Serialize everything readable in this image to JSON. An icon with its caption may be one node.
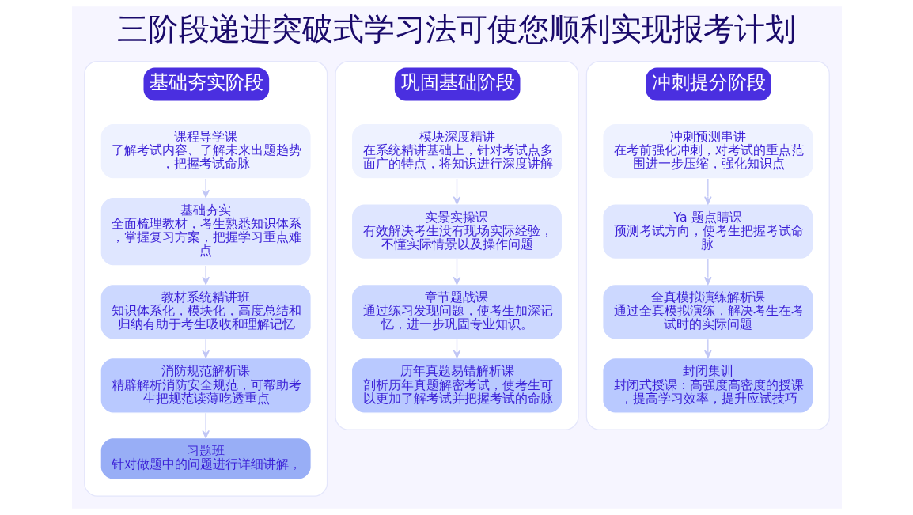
{
  "diagram": {
    "title": "三阶段递进突破式学习法可使您顺利实现报考计划",
    "nodes": [
      {
        "text": [
          "基础夯实阶段"
        ]
      },
      {
        "text": [
          "课程导学课",
          "了解考试内容、了解未来出题趋势，把握考试命脉"
        ],
        "in": 0
      },
      {
        "text": [
          "基础夯实",
          "全面梳理教材，考生熟悉知识体系，掌握复习方案，把握学习重点难点"
        ],
        "in": 0
      },
      {
        "text": [
          "教材系统精讲班",
          "知识体系化，模块化，高度总结和归纳有助于考生吸收和理解记忆"
        ],
        "in": 0
      },
      {
        "text": [
          "消防规范解析课",
          "精辟解析消防安全规范，可帮助考生把规范读薄吃透重点"
        ],
        "in": 0
      },
      {
        "text": [
          "习题班",
          "针对做题中的问题进行详细讲解，"
        ],
        "in": 0
      },
      {
        "text": [
          "巩固基础阶段"
        ]
      },
      {
        "text": [
          "模块深度精讲",
          "在系统精讲基础上，针对考试点多面广的特点，将知识进行深度讲解"
        ],
        "in": 6
      },
      {
        "text": [
          "实景实操课",
          "有效解决考生没有现场实际经验，不懂实际情景以及操作问题"
        ],
        "in": 6
      },
      {
        "text": [
          "章节题战课",
          "通过练习发现问题，使考生加深记忆，进一步巩固专业知识。"
        ],
        "in": 6
      },
      {
        "text": [
          "历年真题易错解析课",
          "剖析历年真题解密考试，使考生可以更加了解考试并把握考试的命脉"
        ],
        "in": 6
      },
      {
        "text": [
          "冲刺提分阶段"
        ]
      },
      {
        "text": [
          "冲刺预测串讲",
          "在考前强化冲刺，对考试的重点范围进一步压缩，强化知识点"
        ],
        "in": 11
      },
      {
        "text": [
          "Ya 题点睛课",
          "预测考试方向，使考生把握考试命脉"
        ],
        "in": 11
      },
      {
        "text": [
          "全真模拟演练解析课",
          "通过全真模拟演练，解决考生在考试时的实际问题"
        ],
        "in": 11
      },
      {
        "text": [
          "封闭集训",
          "封闭式授课：高强度高密度的授课，提高学习效率，提升应试技巧"
        ],
        "in": 11
      }
    ],
    "edges": [
      {
        "from": 1,
        "to": 2,
        "arrow": "to"
      },
      {
        "from": 2,
        "to": 3,
        "arrow": "to"
      },
      {
        "from": 3,
        "to": 4,
        "arrow": "to"
      },
      {
        "from": 4,
        "to": 5,
        "arrow": "to"
      },
      {
        "from": 7,
        "to": 8,
        "arrow": "to"
      },
      {
        "from": 8,
        "to": 9,
        "arrow": "to"
      },
      {
        "from": 9,
        "to": 10,
        "arrow": "to"
      },
      {
        "from": 12,
        "to": 13,
        "arrow": "to"
      },
      {
        "from": 13,
        "to": 14,
        "arrow": "to"
      },
      {
        "from": 14,
        "to": 15,
        "arrow": "to"
      }
    ]
  }
}
